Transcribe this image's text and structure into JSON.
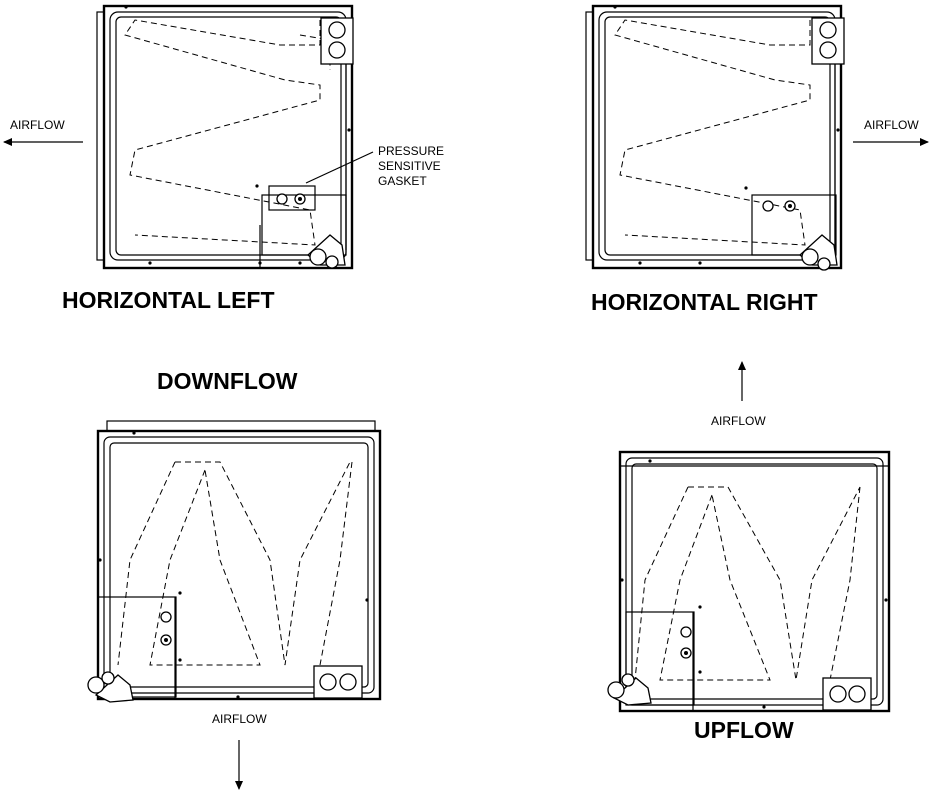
{
  "panels": {
    "horizontal_left": {
      "title": "HORIZONTAL LEFT",
      "airflow": "AIRFLOW"
    },
    "horizontal_right": {
      "title": "HORIZONTAL RIGHT",
      "airflow": "AIRFLOW"
    },
    "downflow": {
      "title": "DOWNFLOW",
      "airflow": "AIRFLOW"
    },
    "upflow": {
      "title": "UPFLOW",
      "airflow": "AIRFLOW"
    }
  },
  "callouts": {
    "gasket_line1": "PRESSURE",
    "gasket_line2": "SENSITIVE",
    "gasket_line3": "GASKET"
  }
}
